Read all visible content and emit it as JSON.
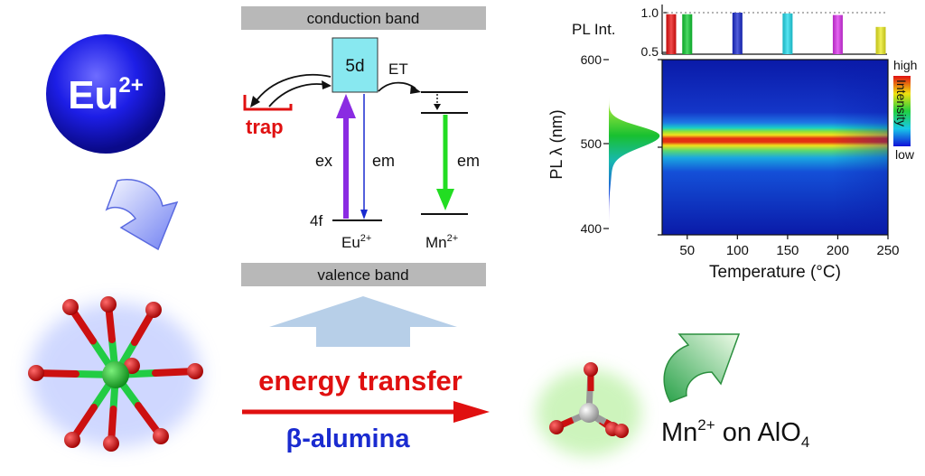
{
  "left_panel": {
    "ion_symbol": "Eu",
    "ion_charge": "2+"
  },
  "energy_diagram": {
    "conduction_band": "conduction band",
    "valence_band": "valence band",
    "level_5d": "5d",
    "label_et": "ET",
    "label_trap": "trap",
    "label_ex": "ex",
    "label_em_eu": "em",
    "label_em_mn": "em",
    "label_4f": "4f",
    "eu_label": "Eu",
    "eu_charge": "2+",
    "mn_label": "Mn",
    "mn_charge": "2+"
  },
  "bottom_text": {
    "energy_transfer": "energy transfer",
    "host_greek": "β",
    "host_name": "-alumina",
    "mn_site_prefix": "Mn",
    "mn_site_charge": "2+",
    "mn_site_mid": " on AlO",
    "mn_site_sub": "4"
  },
  "chart_data": [
    {
      "type": "bar",
      "ylabel": "PL Int.",
      "ylim": [
        0.5,
        1.0
      ],
      "yticks": [
        "0.5",
        "1.0"
      ],
      "categories": [
        25,
        50,
        100,
        150,
        200,
        250
      ],
      "values": [
        0.98,
        0.98,
        1.0,
        0.99,
        0.97,
        0.82
      ],
      "colors": [
        "#ee1111",
        "#11cc33",
        "#1a2bd0",
        "#22ddee",
        "#dd33ee",
        "#eeee22"
      ],
      "reference_line": 1.0
    },
    {
      "type": "heatmap",
      "xlabel": "Temperature (°C)",
      "ylabel": "PL λ (nm)",
      "xlim": [
        25,
        250
      ],
      "ylim": [
        400,
        600
      ],
      "xticks": [
        50,
        100,
        150,
        200,
        250
      ],
      "yticks": [
        400,
        500,
        600
      ],
      "peak_nm": 510,
      "colorbar": {
        "high": "high",
        "low": "low",
        "title": "Intensity"
      }
    },
    {
      "type": "line",
      "orientation": "vertical",
      "x_range_nm": [
        400,
        600
      ],
      "peak_nm": 510,
      "fill": "gradient"
    }
  ]
}
